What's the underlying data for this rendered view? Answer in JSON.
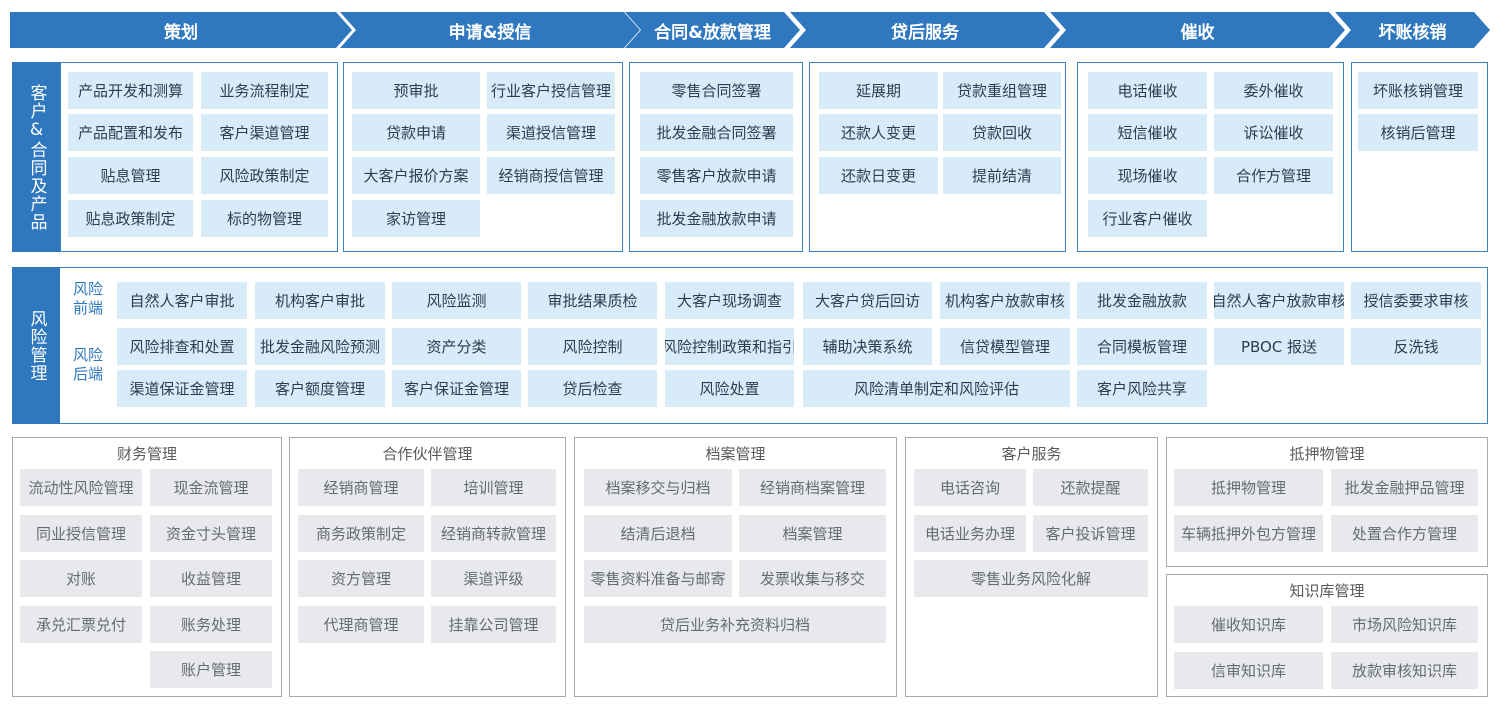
{
  "stages": [
    "策划",
    "申请&授信",
    "合同&放款管理",
    "贷后服务",
    "催收",
    "坏账核销"
  ],
  "customer_section": {
    "label": "客户&合同及产品",
    "columns": [
      [
        "产品开发和测算",
        "业务流程制定",
        "产品配置和发布",
        "客户渠道管理",
        "贴息管理",
        "风险政策制定",
        "贴息政策制定",
        "标的物管理"
      ],
      [
        "预审批",
        "行业客户授信管理",
        "贷款申请",
        "渠道授信管理",
        "大客户报价方案",
        "经销商授信管理",
        "家访管理"
      ],
      [
        "零售合同签署",
        "批发金融合同签署",
        "零售客户放款申请",
        "批发金融放款申请"
      ],
      [
        "延展期",
        "贷款重组管理",
        "还款人变更",
        "贷款回收",
        "还款日变更",
        "提前结清"
      ],
      [
        "电话催收",
        "委外催收",
        "短信催收",
        "诉讼催收",
        "现场催收",
        "合作方管理",
        "行业客户催收"
      ],
      [
        "坏账核销管理",
        "核销后管理"
      ]
    ]
  },
  "risk_section": {
    "label": "风险管理",
    "front_label": "风险前端",
    "back_label": "风险后端",
    "rows": [
      [
        "自然人客户审批",
        "机构客户审批",
        "风险监测",
        "审批结果质检",
        "大客户现场调查",
        "大客户贷后回访",
        "机构客户放款审核",
        "批发金融放款",
        "自然人客户放款审核",
        "授信委要求审核"
      ],
      [
        "风险排查和处置",
        "批发金融风险预测",
        "资产分类",
        "风险控制",
        "风险控制政策和指引",
        "辅助决策系统",
        "信贷模型管理",
        "合同模板管理",
        "PBOC 报送",
        "反洗钱"
      ],
      [
        "渠道保证金管理",
        "客户额度管理",
        "客户保证金管理",
        "贷后检查",
        "风险处置",
        "风险清单制定和风险评估",
        "客户风险共享"
      ]
    ]
  },
  "panels": [
    {
      "title": "财务管理",
      "items": [
        "流动性风险管理",
        "现金流管理",
        "同业授信管理",
        "资金寸头管理",
        "对账",
        "收益管理",
        "承兑汇票兑付",
        "账务处理",
        "账户管理"
      ]
    },
    {
      "title": "合作伙伴管理",
      "items": [
        "经销商管理",
        "培训管理",
        "商务政策制定",
        "经销商转款管理",
        "资方管理",
        "渠道评级",
        "代理商管理",
        "挂靠公司管理"
      ]
    },
    {
      "title": "档案管理",
      "items": [
        "档案移交与归档",
        "经销商档案管理",
        "结清后退档",
        "档案管理",
        "零售资料准备与邮寄",
        "发票收集与移交",
        "贷后业务补充资料归档"
      ]
    },
    {
      "title": "客户服务",
      "items": [
        "电话咨询",
        "还款提醒",
        "电话业务办理",
        "客户投诉管理",
        "零售业务风险化解"
      ]
    },
    {
      "title": "抵押物管理",
      "items": [
        "抵押物管理",
        "批发金融押品管理",
        "车辆抵押外包方管理",
        "处置合作方管理"
      ]
    },
    {
      "title": "知识库管理",
      "items": [
        "催收知识库",
        "市场风险知识库",
        "信审知识库",
        "放款审核知识库"
      ]
    }
  ]
}
